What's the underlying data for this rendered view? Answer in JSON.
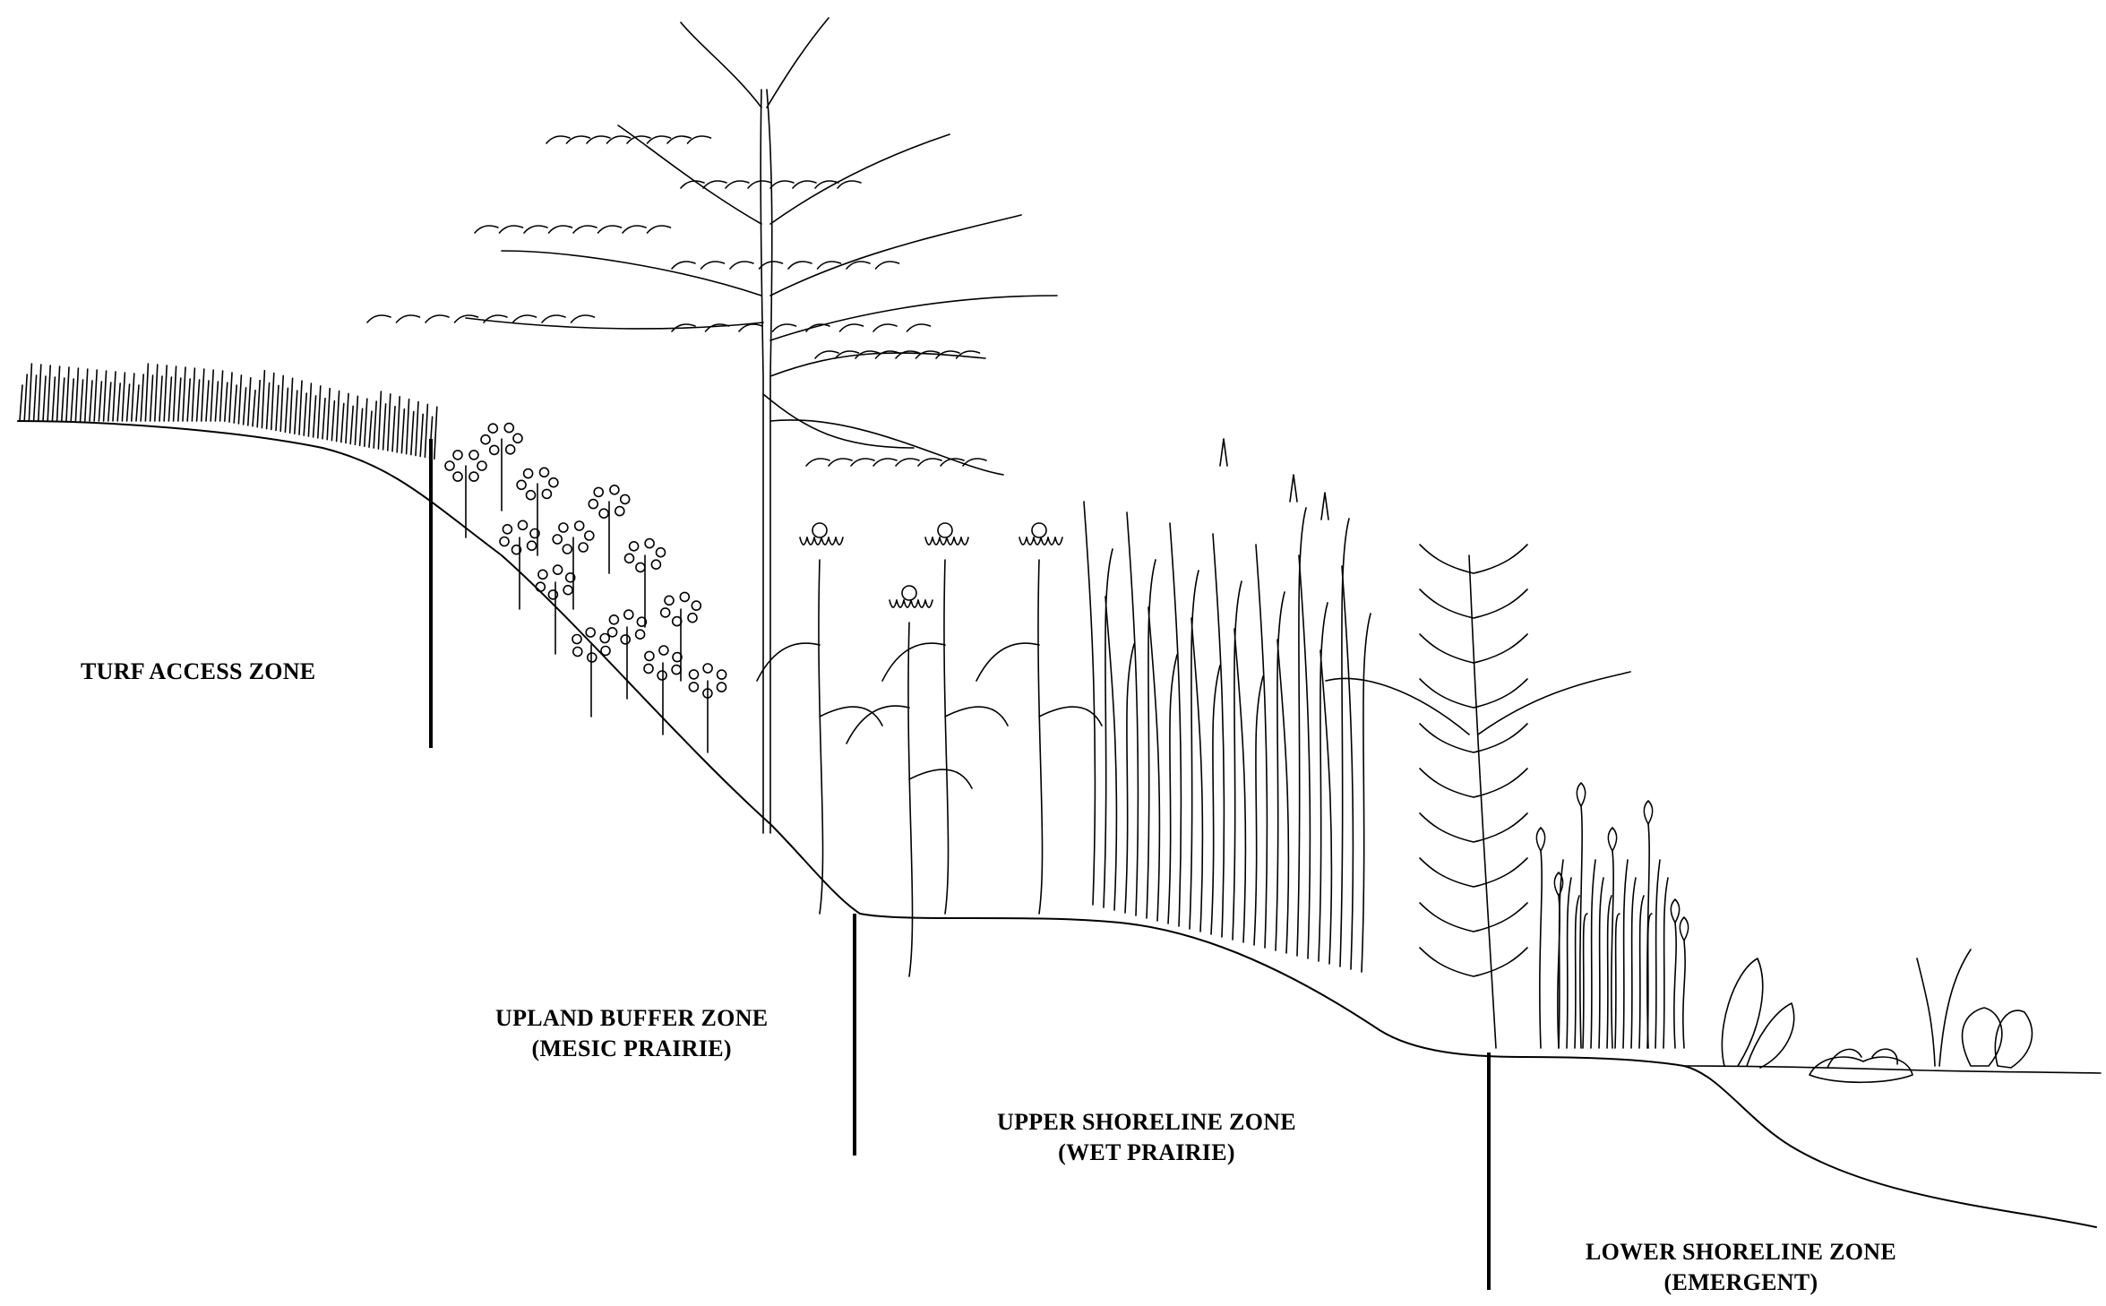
{
  "zones": [
    {
      "id": "turf",
      "title": "TURF ACCESS ZONE",
      "subtitle": ""
    },
    {
      "id": "upland",
      "title": "UPLAND BUFFER ZONE",
      "subtitle": "(MESIC PRAIRIE)"
    },
    {
      "id": "upper",
      "title": "UPPER SHORELINE ZONE",
      "subtitle": "(WET PRAIRIE)"
    },
    {
      "id": "lower",
      "title": "LOWER SHORELINE ZONE",
      "subtitle": "(EMERGENT)"
    }
  ],
  "illustrations": [
    "turf-grass",
    "shrubs",
    "pine-tree",
    "coneflowers",
    "prairie-grasses",
    "fern-plant",
    "irises",
    "emergent-plants",
    "water-lilies"
  ]
}
